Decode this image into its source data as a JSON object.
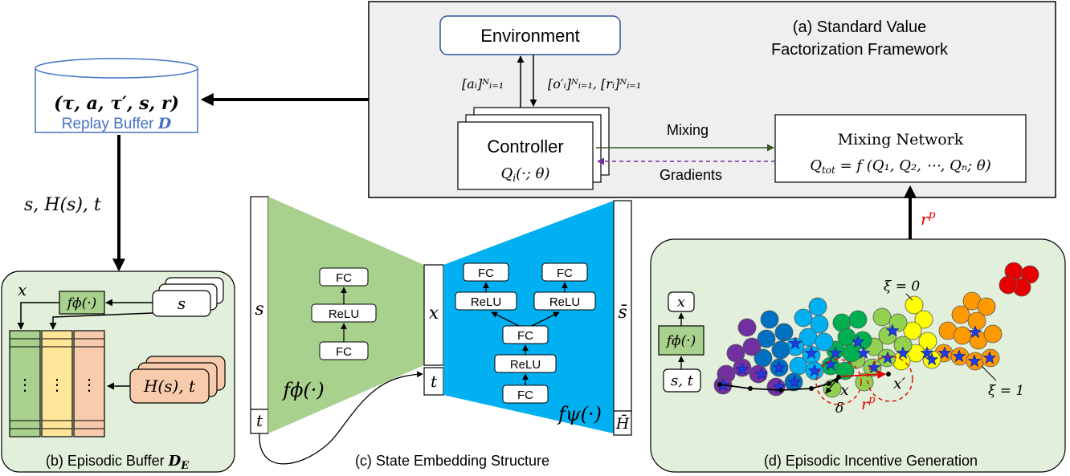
{
  "panels": {
    "a": {
      "title_line1": "(a) Standard Value",
      "title_line2": "Factorization Framework"
    },
    "b": {
      "title": "(b) Episodic Buffer",
      "title_symbol": "D",
      "title_sub": "E"
    },
    "c": {
      "title": "(c) State Embedding Structure"
    },
    "d": {
      "title": "(d) Episodic Incentive Generation"
    }
  },
  "replay_buffer": {
    "tuple": "(τ, a, τ′, s, r)",
    "label": "Replay Buffer",
    "symbol": "D"
  },
  "environment": {
    "label": "Environment"
  },
  "controller": {
    "label": "Controller",
    "fn_main": "Q",
    "fn_sub": "i",
    "fn_rest": "(·; θ)"
  },
  "mixing_network": {
    "label": "Mixing Network",
    "formula_lhs": "Q",
    "formula_lhs_sub": "tot",
    "formula_rhs": " = f (Q₁, Q₂, ⋯, Qₙ; θ)"
  },
  "arrows": {
    "actions": "[aᵢ]ᴺᵢ₌₁",
    "observations": "[o′ᵢ]ᴺᵢ₌₁, [rᵢ]ᴺᵢ₌₁",
    "mixing": "Mixing",
    "gradients": "Gradients",
    "state_info": "s, H(s), t",
    "incentive": "r",
    "incentive_sup": "p"
  },
  "episodic_buffer": {
    "x_label": "x",
    "f_phi": "fϕ(·)",
    "s_label": "s",
    "hs_label": "H(s), t",
    "dots": "⋮"
  },
  "encoder": {
    "s_label": "s",
    "t_label": "t",
    "fn": "fϕ(·)",
    "layers": [
      "FC",
      "ReLU",
      "FC"
    ]
  },
  "bottleneck": {
    "x_label": "x",
    "t_label": "t"
  },
  "decoder": {
    "fn": "fψ(·)",
    "trunk": [
      "FC",
      "ReLU",
      "FC"
    ],
    "head_left": [
      "ReLU",
      "FC"
    ],
    "head_right": [
      "ReLU",
      "FC"
    ],
    "s_bar": "s̄",
    "h_bar": "H̄"
  },
  "incentive_panel": {
    "x_box": "x",
    "f_phi": "fϕ(·)",
    "st_box": "s, t",
    "xi_zero": "ξ = 0",
    "xi_one": "ξ = 1",
    "x_point": "x",
    "x_prime": "x′",
    "delta": "δ",
    "rp": "r",
    "rp_sup": "p"
  },
  "colors": {
    "green": "#a9d18e",
    "blue": "#00b0f0",
    "yellow": "#ffe699",
    "orange": "#f8cbad",
    "panel_bg": "#e2efda",
    "frame_bg": "#efefef",
    "replay_blue": "#4472c4",
    "red": "#e60000",
    "mixing_arrow": "#375623",
    "gradient_arrow": "#7030a0"
  }
}
